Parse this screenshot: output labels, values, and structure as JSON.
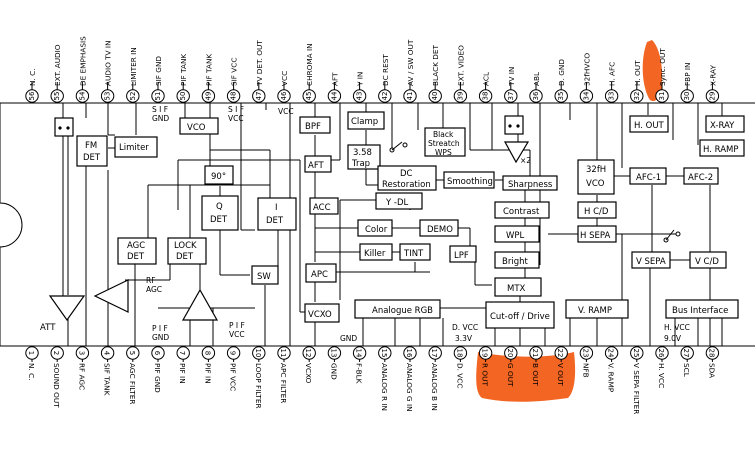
{
  "top_pins": [
    {
      "n": "56",
      "label": "N. C."
    },
    {
      "n": "55",
      "label": "EXT. AUDIO"
    },
    {
      "n": "54",
      "label": "DE EMPHASIS"
    },
    {
      "n": "53",
      "label": "AUDIO TV IN"
    },
    {
      "n": "52",
      "label": "LIMITER IN"
    },
    {
      "n": "51",
      "label": "SIF GND"
    },
    {
      "n": "50",
      "label": "PIF TANK"
    },
    {
      "n": "49",
      "label": "PIF TANK"
    },
    {
      "n": "48",
      "label": "SIF VCC"
    },
    {
      "n": "47",
      "label": "TV DET. OUT"
    },
    {
      "n": "46",
      "label": "VCC"
    },
    {
      "n": "45",
      "label": "CHROMA IN"
    },
    {
      "n": "44",
      "label": "AFT"
    },
    {
      "n": "43",
      "label": "Y IN"
    },
    {
      "n": "42",
      "label": "DC REST"
    },
    {
      "n": "41",
      "label": "AV / SW OUT"
    },
    {
      "n": "40",
      "label": "BLACK DET"
    },
    {
      "n": "39",
      "label": "EXT. VIDEO"
    },
    {
      "n": "38",
      "label": "ACL"
    },
    {
      "n": "37",
      "label": "TV IN"
    },
    {
      "n": "36",
      "label": "ABL"
    },
    {
      "n": "35",
      "label": "D. GND"
    },
    {
      "n": "34",
      "label": "32fHVCO"
    },
    {
      "n": "33",
      "label": "H. AFC"
    },
    {
      "n": "32",
      "label": "H. OUT"
    },
    {
      "n": "31",
      "label": "Sync. OUT"
    },
    {
      "n": "30",
      "label": "FBP IN"
    },
    {
      "n": "29",
      "label": "X-RAY"
    }
  ],
  "bottom_pins": [
    {
      "n": "1",
      "label": "N. C."
    },
    {
      "n": "2",
      "label": "SOUND OUT"
    },
    {
      "n": "3",
      "label": "RF AGC"
    },
    {
      "n": "4",
      "label": "SIF TANK"
    },
    {
      "n": "5",
      "label": "AGC FILTER"
    },
    {
      "n": "6",
      "label": "PIF GND"
    },
    {
      "n": "7",
      "label": "PIF IN"
    },
    {
      "n": "8",
      "label": "PIF IN"
    },
    {
      "n": "9",
      "label": "PIF VCC"
    },
    {
      "n": "10",
      "label": "LOOP FILTER"
    },
    {
      "n": "11",
      "label": "APC FILTER"
    },
    {
      "n": "12",
      "label": "VCXO"
    },
    {
      "n": "13",
      "label": "GND"
    },
    {
      "n": "14",
      "label": "F-BLK"
    },
    {
      "n": "15",
      "label": "ANALOG R IN"
    },
    {
      "n": "16",
      "label": "ANALOG G IN"
    },
    {
      "n": "17",
      "label": "ANALOG B IN"
    },
    {
      "n": "18",
      "label": "D. VCC"
    },
    {
      "n": "19",
      "label": "R OUT"
    },
    {
      "n": "20",
      "label": "G OUT"
    },
    {
      "n": "21",
      "label": "B OUT"
    },
    {
      "n": "22",
      "label": "V OUT"
    },
    {
      "n": "23",
      "label": "NFB"
    },
    {
      "n": "24",
      "label": "V. RAMP"
    },
    {
      "n": "25",
      "label": "V SEPA FILTER"
    },
    {
      "n": "26",
      "label": "H. VCC"
    },
    {
      "n": "27",
      "label": "SCL"
    },
    {
      "n": "28",
      "label": "SDA"
    }
  ],
  "blocks": {
    "fm_det_1": "FM",
    "fm_det_2": "DET",
    "limiter": "Limiter",
    "vco": "VCO",
    "ninety": "90°",
    "qdet_1": "Q",
    "qdet_2": "DET",
    "idet_1": "I",
    "idet_2": "DET",
    "agc_det_1": "AGC",
    "agc_det_2": "DET",
    "lock_det_1": "LOCK",
    "lock_det_2": "DET",
    "sw": "SW",
    "bpf": "BPF",
    "aft": "AFT",
    "acc": "ACC",
    "apc": "APC",
    "vcxo": "VCXO",
    "clamp": "Clamp",
    "trap_1": "3.58",
    "trap_2": "Trap",
    "black_stretch_1": "Black",
    "black_stretch_2": "Streatch",
    "black_stretch_3": "WPS",
    "dc_rest_1": "DC",
    "dc_rest_2": "Restoration",
    "smoothing": "Smoothing",
    "ydl": "Y -DL",
    "color": "Color",
    "demo": "DEMO",
    "killer": "Killer",
    "tint": "TINT",
    "lpf": "LPF",
    "sharpness": "Sharpness",
    "contrast": "Contrast",
    "wpl": "WPL",
    "bright": "Bright",
    "mtx": "MTX",
    "analogue_rgb": "Analogue RGB",
    "cutoff": "Cut-off / Drive",
    "vco32_1": "32fH",
    "vco32_2": "VCO",
    "hcd": "H C/D",
    "hsepa": "H SEPA",
    "afc1": "AFC-1",
    "afc2": "AFC-2",
    "hout": "H. OUT",
    "xray": "X-RAY",
    "hramp": "H. RAMP",
    "vsepa": "V SEPA",
    "vcd": "V C/D",
    "vramp": "V. RAMP",
    "busif": "Bus Interface",
    "att": "ATT",
    "x2": "×2"
  },
  "notes": {
    "sif_gnd_1": "S I F",
    "sif_gnd_2": "GND",
    "sif_vcc_1": "S I F",
    "sif_vcc_2": "VCC",
    "vcc": "VCC",
    "rf_agc_1": "RF",
    "rf_agc_2": "AGC",
    "pif_gnd_1": "P I F",
    "pif_gnd_2": "GND",
    "pif_vcc_1": "P I F",
    "pif_vcc_2": "VCC",
    "gnd": "GND",
    "dvcc_1": "D. VCC",
    "dvcc_2": "3.3V",
    "hvcc_1": "H. VCC",
    "hvcc_2": "9.0V"
  },
  "highlight_color": "#f26522"
}
